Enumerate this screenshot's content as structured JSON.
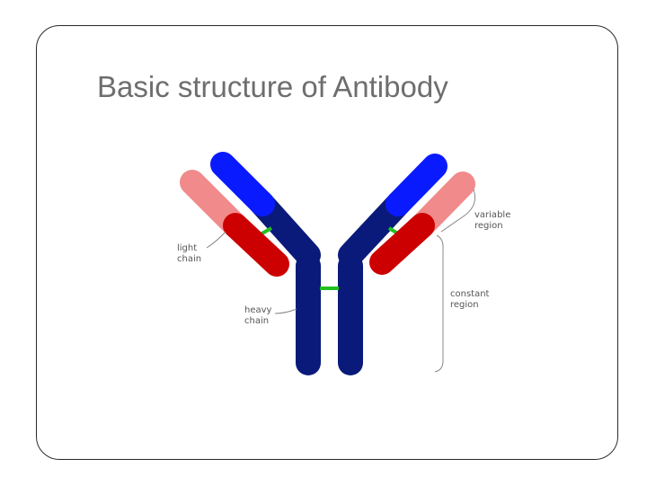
{
  "slide": {
    "title": "Basic structure of Antibody"
  },
  "diagram": {
    "labels": {
      "light_chain": [
        "light",
        "chain"
      ],
      "heavy_chain": [
        "heavy",
        "chain"
      ],
      "variable_region": [
        "variable",
        "region"
      ],
      "constant_region": [
        "constant",
        "region"
      ]
    },
    "colors": {
      "heavy_variable": "#0a1aff",
      "heavy_constant": "#0a1a7a",
      "light_variable": "#f08080",
      "light_constant": "#cc0000",
      "disulfide_bond": "#22c022",
      "label_text": "#555555",
      "pointer_line": "#888888"
    }
  }
}
